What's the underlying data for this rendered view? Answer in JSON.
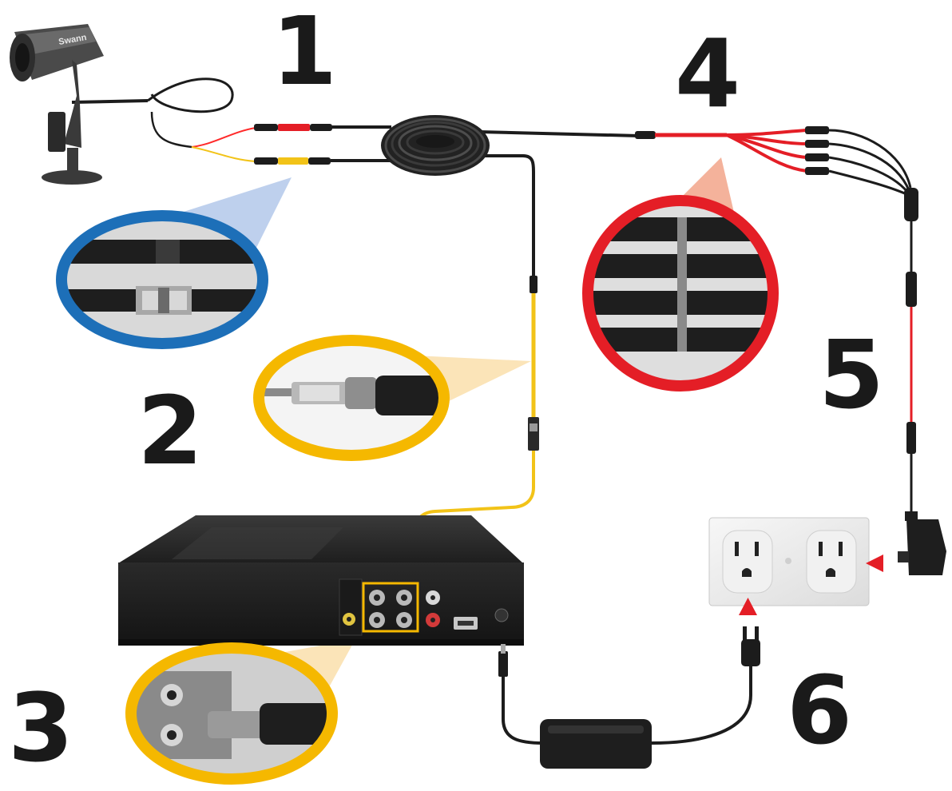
{
  "steps": [
    {
      "id": "1",
      "label": "1"
    },
    {
      "id": "2",
      "label": "2"
    },
    {
      "id": "3",
      "label": "3"
    },
    {
      "id": "4",
      "label": "4"
    },
    {
      "id": "5",
      "label": "5"
    },
    {
      "id": "6",
      "label": "6"
    }
  ],
  "camera": {
    "brand_logo": "Swann"
  },
  "colors": {
    "background": "#ffffff",
    "step_number": "#1a1a1a",
    "video_cable": "#f2c318",
    "power_cable": "#e41e26",
    "cable_black": "#1c1c1c",
    "callout_blue": "#1d6fb8",
    "callout_yellow": "#f5b800",
    "callout_red": "#e41e26",
    "marker_arrow": "#e41e26",
    "dvr_body": "#2a2a2a",
    "wall_plate": "#ededed"
  },
  "icons": [
    "security-camera-icon",
    "bnc-connector-icon",
    "power-splitter-icon",
    "dvr-recorder-icon",
    "power-adapter-icon",
    "wall-outlet-icon",
    "plug-icon"
  ]
}
